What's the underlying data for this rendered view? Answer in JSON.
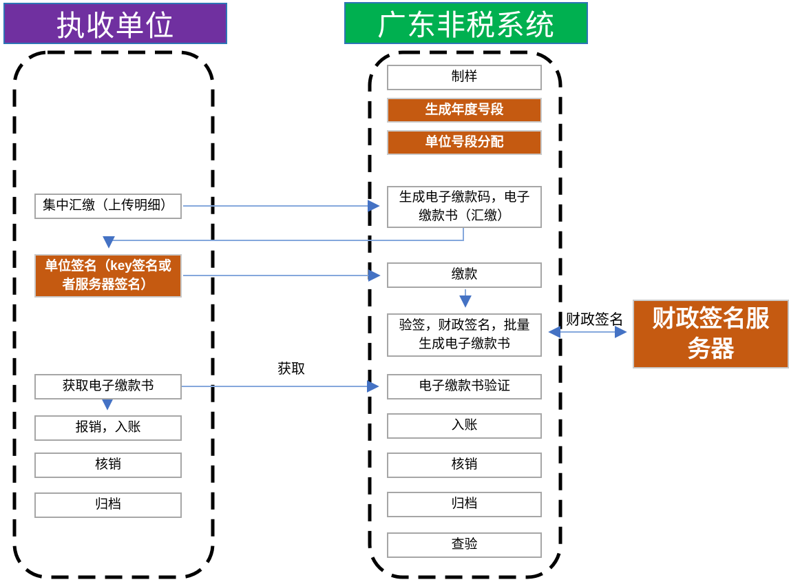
{
  "headers": {
    "left": "执收单位",
    "right": "广东非税系统"
  },
  "left_lane": {
    "boxes": [
      {
        "label": "集中汇缴（上传明细）",
        "variant": "white"
      },
      {
        "label": "单位签名（key签名或者服务器签名）",
        "variant": "orange"
      },
      {
        "label": "获取电子缴款书",
        "variant": "white"
      },
      {
        "label": "报销，入账",
        "variant": "white"
      },
      {
        "label": "核销",
        "variant": "white"
      },
      {
        "label": "归档",
        "variant": "white"
      }
    ]
  },
  "right_lane": {
    "boxes": [
      {
        "label": "制样",
        "variant": "white"
      },
      {
        "label": "生成年度号段",
        "variant": "orange"
      },
      {
        "label": "单位号段分配",
        "variant": "orange"
      },
      {
        "label": "生成电子缴款码，电子缴款书（汇缴）",
        "variant": "white"
      },
      {
        "label": "缴款",
        "variant": "white"
      },
      {
        "label": "验签，财政签名，批量生成电子缴款书",
        "variant": "white"
      },
      {
        "label": "电子缴款书验证",
        "variant": "white"
      },
      {
        "label": "入账",
        "variant": "white"
      },
      {
        "label": "核销",
        "variant": "white"
      },
      {
        "label": "归档",
        "variant": "white"
      },
      {
        "label": "查验",
        "variant": "white"
      }
    ]
  },
  "server": {
    "label": "财政签名服务器"
  },
  "edge_labels": {
    "finance_sign": "财政签名",
    "fetch": "获取"
  },
  "colors": {
    "header_left_bg": "#7030A0",
    "header_right_bg": "#00B050",
    "orange_box_bg": "#C55A11",
    "header_border": "#2E75B6",
    "box_border": "#A6A6A6",
    "arrow_line": "#84A7DC",
    "arrow_head": "#4472C4",
    "lane_border": "#000000"
  }
}
